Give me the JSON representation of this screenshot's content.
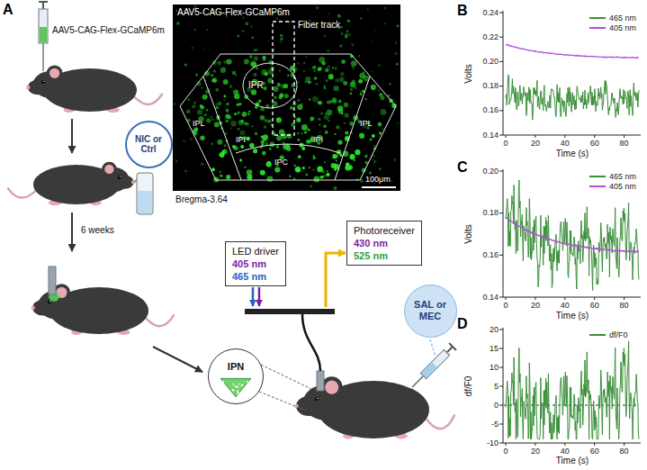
{
  "diagram": {
    "nodes": [
      {
        "text": [
          "NIC or Ctrl"
        ]
      },
      {
        "text": [
          "Photoreceiver",
          "430 nm",
          "525 nm"
        ]
      },
      {
        "text": [
          "LED driver",
          "405 nm",
          "465 nm"
        ]
      },
      {
        "text": [
          "IPN"
        ]
      },
      {
        "text": [
          "SAL or MEC"
        ]
      }
    ],
    "labels": [
      "A",
      "AAV5-CAG-Flex-GCaMP6m",
      "AAV5-CAG-Flex-GCaMP6m",
      "Fiber track",
      "IPR",
      "IPL",
      "IPL",
      "IPI",
      "IPI",
      "IPC",
      "100μm",
      "Bregma-3.64",
      "6 weeks",
      "B",
      "0.24",
      "0.22",
      "0.20",
      "0.18",
      "0.16",
      "0.14",
      "Volts",
      "0",
      "20",
      "40",
      "60",
      "80",
      "Time (s)",
      "C",
      "0.20",
      "0.18",
      "0.16",
      "0.14",
      "Volts",
      "0",
      "20",
      "40",
      "60",
      "80",
      "Time (s)",
      "D",
      "20",
      "15",
      "10",
      "5",
      "0",
      "-5",
      "-10",
      "df/F0",
      "0",
      "20",
      "40",
      "60",
      "80",
      "Time (s)"
    ],
    "legend": [
      {
        "text": "465 nm"
      },
      {
        "text": "405 nm"
      },
      {
        "text": "465 nm"
      },
      {
        "text": "405 nm"
      },
      {
        "text": "df/F0"
      }
    ]
  }
}
